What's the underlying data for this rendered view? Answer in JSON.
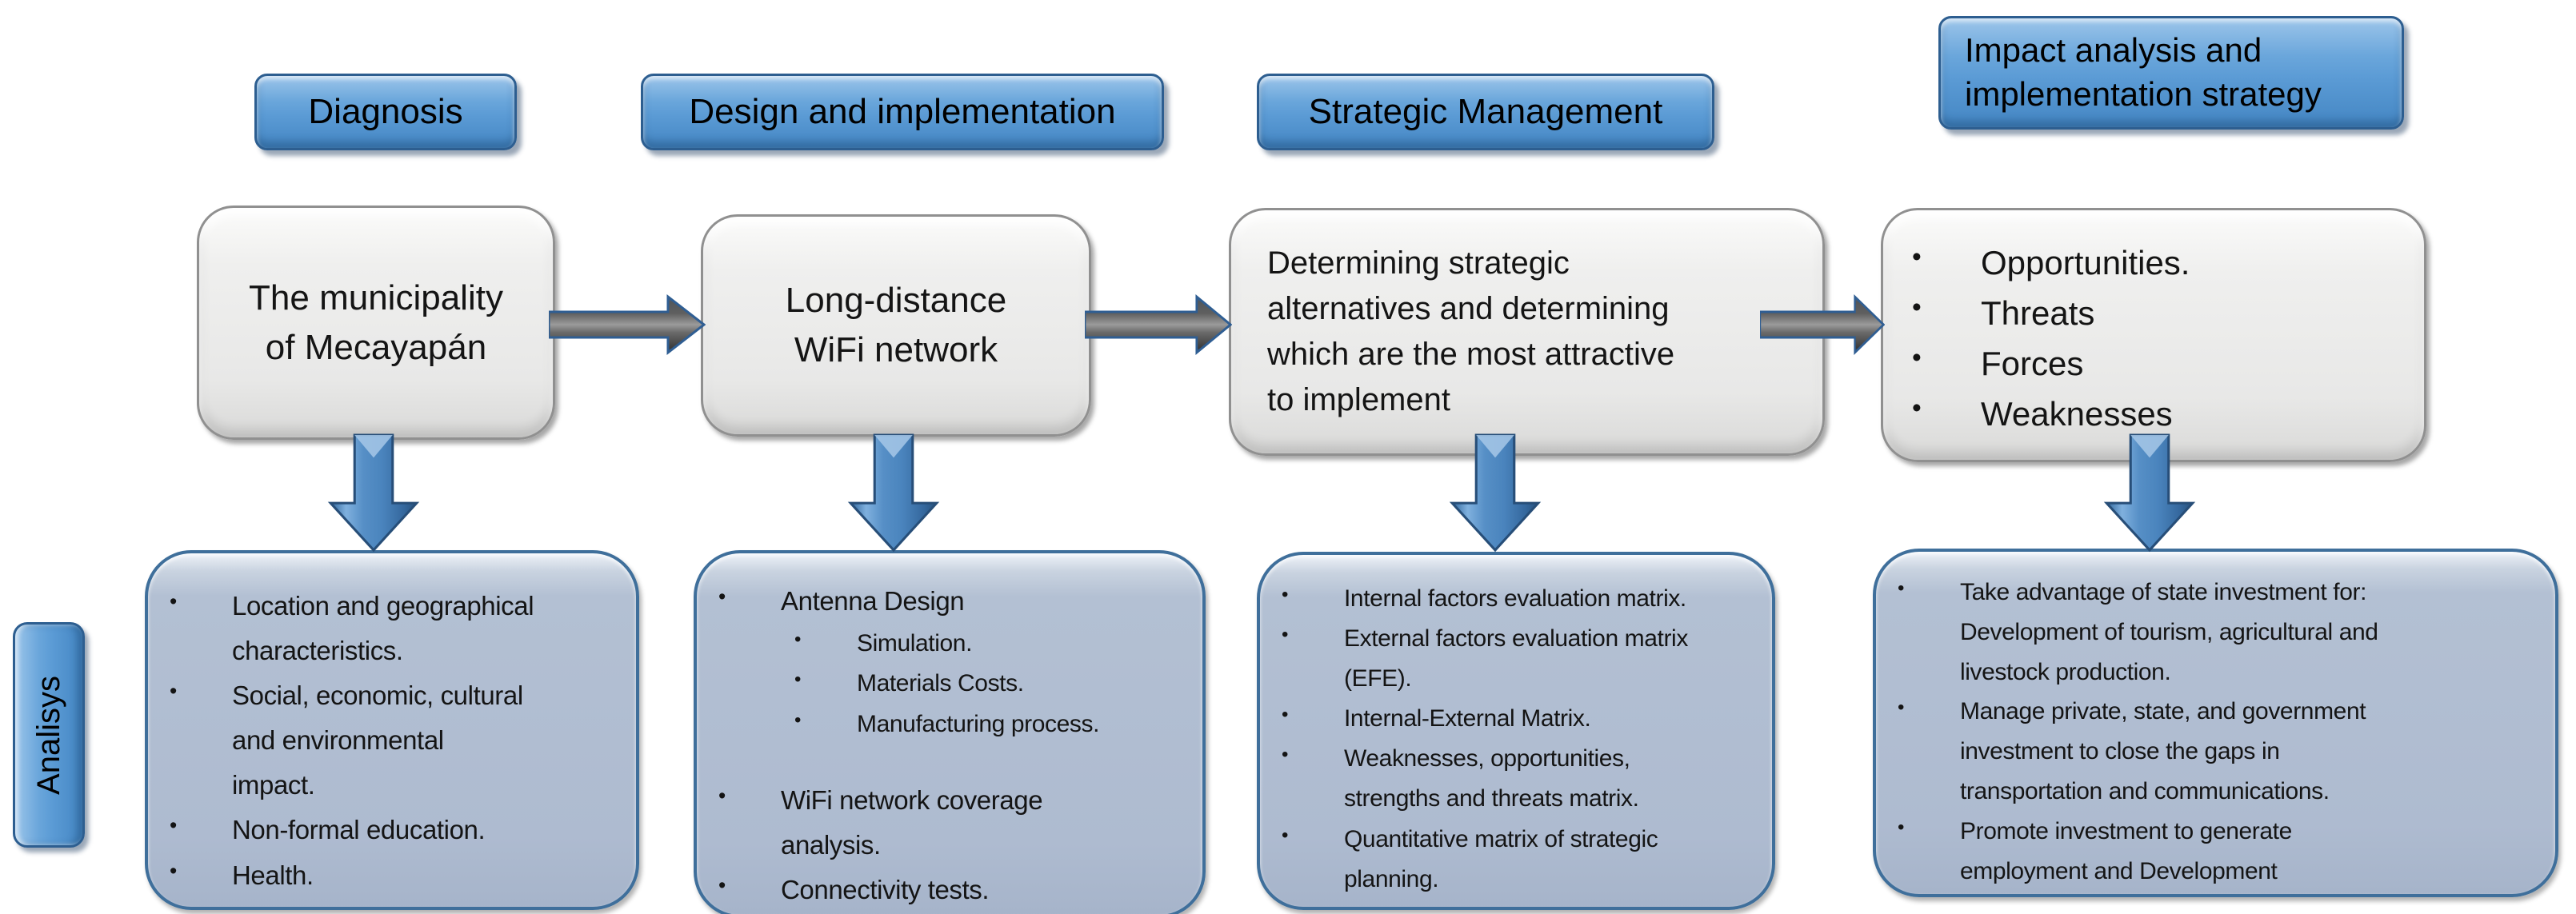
{
  "side_label": "Analisys",
  "colors": {
    "background": "#ffffff",
    "header_blue": "#5b9bd5",
    "header_border": "#2d5e90",
    "stage_gray": "#e8e8e7",
    "stage_border": "#909090",
    "panel_blue": "#aebbd0",
    "panel_border": "#3f6f9b",
    "down_arrow_blue": "#4a84bd",
    "right_arrow_gray": "#5f5f5f"
  },
  "columns": [
    {
      "header": "Diagnosis",
      "stage_text": "The municipality\nof Mecayapán",
      "panel_items": [
        "Location and geographical\ncharacteristics.",
        "Social, economic, cultural\nand environmental\nimpact.",
        "Non-formal education.",
        "Health."
      ]
    },
    {
      "header": "Design and implementation",
      "stage_text": "Long-distance\nWiFi network",
      "panel_items": [
        "Antenna Design",
        "Simulation.",
        "Materials Costs.",
        "Manufacturing process.",
        "WiFi network coverage\nanalysis.",
        "Connectivity tests."
      ]
    },
    {
      "header": "Strategic Management",
      "stage_text": "Determining strategic\nalternatives and determining\nwhich are the most attractive\nto implement",
      "panel_items": [
        "Internal factors evaluation matrix.",
        "External factors evaluation matrix\n(EFE).",
        "Internal-External Matrix.",
        "Weaknesses, opportunities,\nstrengths and threats matrix.",
        "Quantitative matrix of strategic\nplanning."
      ]
    },
    {
      "header": "Impact analysis and\nimplementation strategy",
      "stage_items": [
        "Opportunities.",
        "Threats",
        "Forces",
        "Weaknesses"
      ],
      "panel_items": [
        "Take advantage of state investment for:\nDevelopment of tourism, agricultural and\nlivestock production.",
        "Manage private, state, and government\ninvestment to close the gaps in\ntransportation and communications.",
        "Promote investment to generate\nemployment  and Development"
      ]
    }
  ]
}
